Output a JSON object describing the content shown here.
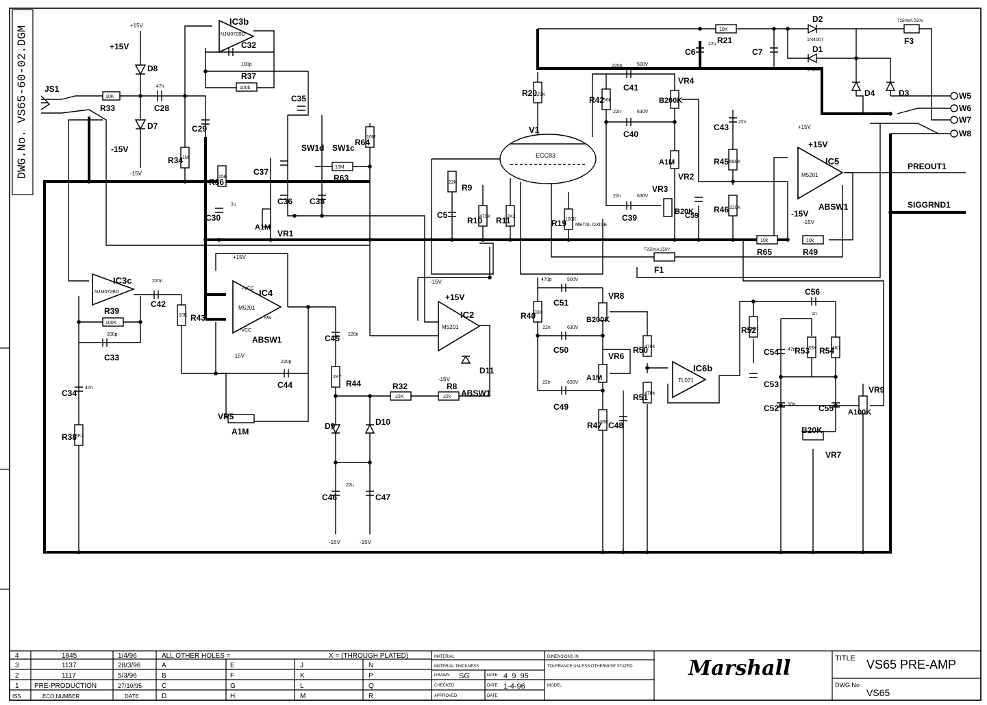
{
  "drawing_number_side": "DWG.No. VS65-60-02.DGM",
  "title_block": {
    "title_label": "TITLE",
    "title": "VS65 PRE-AMP",
    "dwg_label": "DWG.No",
    "dwg_value": "VS65",
    "company": "Marshall",
    "notes_header": "ALL OTHER HOLES =",
    "notes_through": "X = (THROUGH PLATED)",
    "hole_letters": [
      "A",
      "B",
      "C",
      "D",
      "E",
      "F",
      "G",
      "H",
      "J",
      "K",
      "L",
      "M",
      "N",
      "P",
      "Q",
      "R"
    ],
    "revisions": [
      {
        "iss": "4",
        "eco": "1845",
        "date": "1/4/96"
      },
      {
        "iss": "3",
        "eco": "1137",
        "date": "28/3/96"
      },
      {
        "iss": "2",
        "eco": "1117",
        "date": "5/3/96"
      },
      {
        "iss": "1",
        "eco": "PRE-PRODUCTION",
        "date": "27/10/95"
      }
    ],
    "rev_footer": {
      "iss": "ISS",
      "eco": "ECO NUMBER",
      "date": "DATE"
    },
    "fields": {
      "material": "MATERIAL",
      "thickness": "MATERIAL THICKNESS",
      "drawn": "DRAWN",
      "drawn_by": "SG",
      "date_label": "DATE",
      "drawn_date": "4_9_95",
      "checked": "CHECKED",
      "checked_date": "1-4-96",
      "approved": "APPROVED",
      "dimensions": "DIMENSIONS IN",
      "tolerance": "TOLERANCE UNLESS OTHERWISE STATED",
      "model": "MODEL"
    }
  },
  "labels": {
    "plus15": "+15V",
    "minus15": "-15V",
    "js1": "JS1",
    "r33": "R33",
    "r33v": "10K",
    "c28": "C28",
    "c28v": "47n",
    "d8": "D8",
    "d7": "D7",
    "diode": "1N4007",
    "ic3b": "IC3b",
    "ic3bt": "NJM072BD",
    "c32": "C32",
    "c32v": "100p",
    "r37": "R37",
    "r37v": "100k",
    "c35": "C35",
    "c29": "C29",
    "r34": "R34",
    "r34v": "1M",
    "r36": "R36",
    "r36v": "15K",
    "c30": "C30",
    "c30v": "1u",
    "sw1d": "SW1d",
    "sw1c": "SW1c",
    "c37": "C37",
    "c36": "C36",
    "c38": "C38",
    "r63": "R63",
    "r63v": "10M",
    "r64": "R64",
    "r64v": "10M",
    "vr1": "VR1",
    "a1m": "A1M",
    "ic3c": "IC3c",
    "ic3ct": "NJM072BD",
    "c42": "C42",
    "c42v": "220n",
    "r39": "R39",
    "r39v": "100K",
    "c33": "C33",
    "c33v": "200p",
    "r43": "R43",
    "r43v": "10K",
    "c34": "C34",
    "c34v": "47n",
    "r38": "R38",
    "r38v": "4K7",
    "ic4": "IC4",
    "m5201": "M5201",
    "absw1": "ABSW1",
    "vcc_p": "+VCC",
    "vcc_n": "-VCC",
    "sw": "SW",
    "c44": "C44",
    "c44v": "220p",
    "vr5": "VR5",
    "c45": "C45",
    "c45v": "220n",
    "r44": "R44",
    "r44v": "2K7",
    "d9": "D9",
    "d10": "D10",
    "c46": "C46",
    "c47": "C47",
    "c46v": "22u",
    "r32": "R32",
    "r32v": "22K",
    "r8": "R8",
    "r8v": "22k",
    "ic2": "IC2",
    "d11": "D11",
    "c5": "C5",
    "r9": "R9",
    "r9v": "22K",
    "r10": "R10",
    "r10v": "470K",
    "r11": "R11",
    "r11v": "2K2",
    "r19": "R19",
    "r19v": "100K",
    "metal_oxide": "METAL OXIDE",
    "r20": "R20",
    "r20v": "220K",
    "v1": "V1",
    "ecc83": "ECC83",
    "r42": "R42",
    "r42v": "56k",
    "c41": "C41",
    "c41v": "220p",
    "vr4": "VR4",
    "b200k": "B200K",
    "c40": "C40",
    "c40v": "22n",
    "vr2": "VR2",
    "vr3": "VR3",
    "b20k": "B20K",
    "c39": "C39",
    "c39v": "22n",
    "c59": "C59",
    "r46": "R46",
    "r46v": "220K",
    "r45": "R45",
    "r45v": "680K",
    "c43": "C43",
    "c43v": "22n",
    "ic5": "IC5",
    "preout1": "PREOUT1",
    "siggrnd1": "SIGGRND1",
    "r65": "R65",
    "r65v": "10k",
    "r49": "R49",
    "r49v": "10k",
    "f1": "F1",
    "f3": "F3",
    "fuse": "T250mA 250V",
    "r21": "R21",
    "r21v": "10K",
    "c6": "C6",
    "c7": "C7",
    "c6v": "22u",
    "d1": "D1",
    "d2": "D2",
    "d3": "D3",
    "d4": "D4",
    "w5": "W5",
    "w6": "W6",
    "w7": "W7",
    "w8": "W8",
    "r40": "R40",
    "r40v": "33K",
    "c51": "C51",
    "c51v": "470p",
    "vr8": "VR8",
    "c50": "C50",
    "c50v": "22n",
    "vr6": "VR6",
    "c49": "C49",
    "c49v": "22n",
    "r47": "R47",
    "r47v": "39K",
    "c48": "C48",
    "r50": "R50",
    "r50v": "470k",
    "r51": "R51",
    "r51v": "470k",
    "ic6b": "IC6b",
    "tl071": "TL071",
    "r52": "R52",
    "r52v": "4K7",
    "c54": "C54",
    "c54v": "47n",
    "c53": "C53",
    "c52": "C52",
    "c52v": "10n",
    "c56": "C56",
    "c56v": "1n",
    "r53": "R53",
    "r53v": "33K",
    "r54": "R54",
    "r54v": "4K7",
    "c55": "C55",
    "vr7": "VR7",
    "b20k2": "B20K",
    "vr9": "VR9",
    "a100k": "A100K",
    "v630": "630V",
    "v500": "500V"
  }
}
